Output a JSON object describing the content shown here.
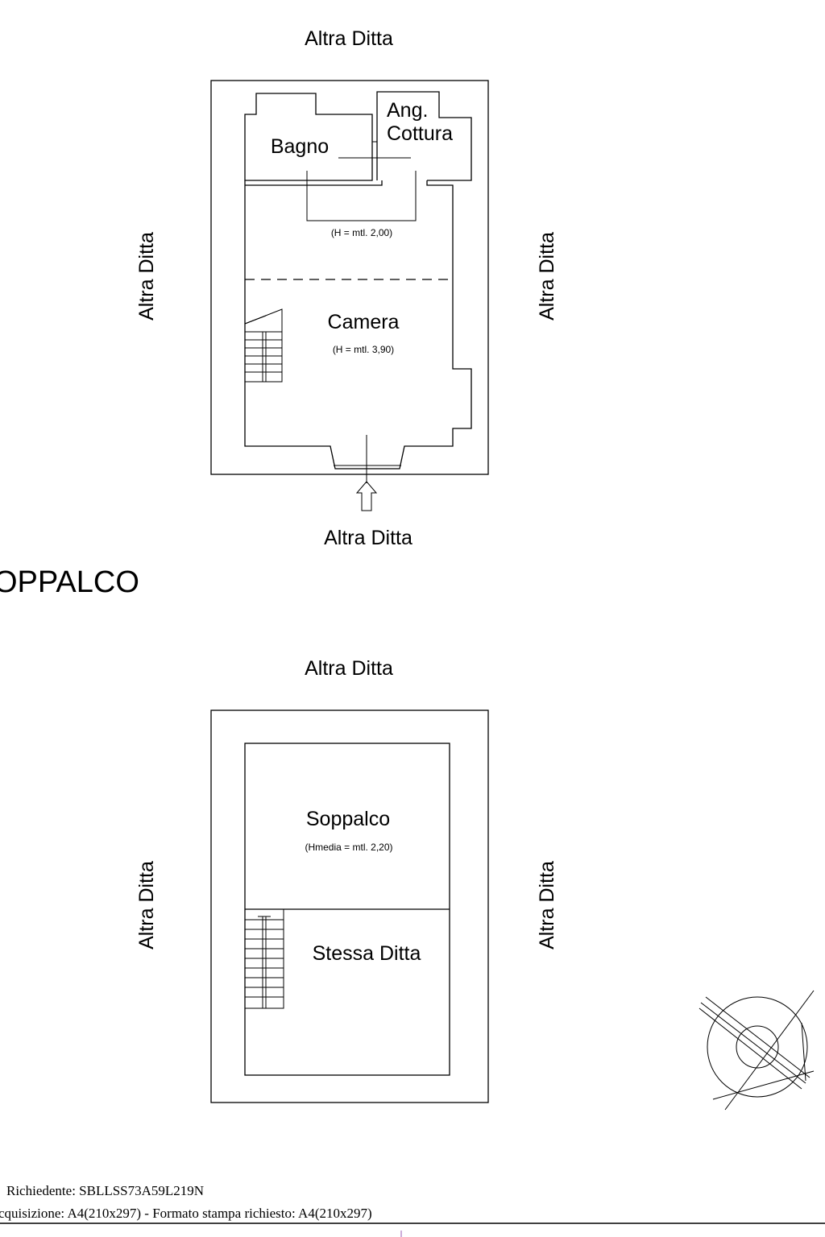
{
  "plan_ground": {
    "neighbor_top": "Altra Ditta",
    "neighbor_left": "Altra Ditta",
    "neighbor_right": "Altra Ditta",
    "neighbor_bottom": "Altra Ditta",
    "room_bathroom": "Bagno",
    "room_kitchen_line1": "Ang.",
    "room_kitchen_line2": "Cottura",
    "height_note_low": "(H = mtl. 2,00)",
    "room_main": "Camera",
    "height_note_main": "(H = mtl. 3,90)"
  },
  "section_title": "OPPALCO",
  "plan_mezzanine": {
    "neighbor_top": "Altra Ditta",
    "neighbor_left": "Altra Ditta",
    "neighbor_right": "Altra Ditta",
    "room_mezzanine": "Soppalco",
    "height_note": "(Hmedia = mtl. 2,20)",
    "room_same_owner": "Stessa Ditta"
  },
  "footer": {
    "line1": "Richiedente: SBLLSS73A59L219N",
    "line2": "cquisizione: A4(210x297)  - Formato stampa richiesto: A4(210x297)"
  }
}
